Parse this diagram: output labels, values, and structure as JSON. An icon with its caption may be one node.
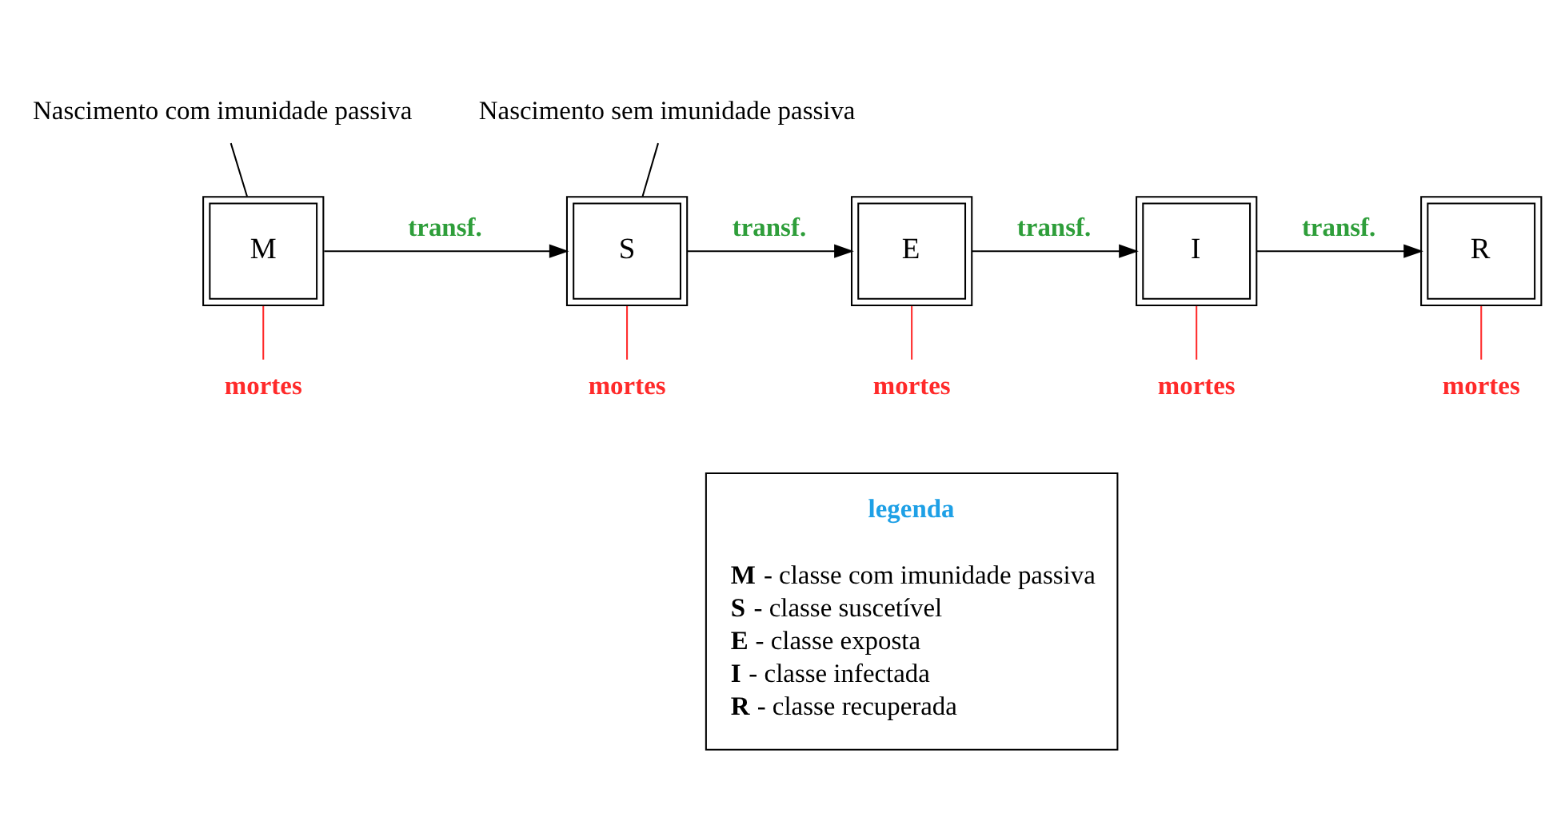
{
  "diagram": {
    "nodes": [
      {
        "text": [
          "Nascimento com imunidade passiva"
        ]
      },
      {
        "text": [
          "Nascimento sem imunidade passiva"
        ]
      },
      {
        "text": [
          "M"
        ]
      },
      {
        "text": [
          "S"
        ]
      },
      {
        "text": [
          "E"
        ]
      },
      {
        "text": [
          "I"
        ]
      },
      {
        "text": [
          "R"
        ]
      },
      {
        "text": [
          "mortes"
        ]
      },
      {
        "text": [
          "mortes"
        ]
      },
      {
        "text": [
          "mortes"
        ]
      },
      {
        "text": [
          "mortes"
        ]
      },
      {
        "text": [
          "mortes"
        ]
      },
      {
        "text": [
          "legenda",
          "**M** - classe com imunidade passiva",
          "**S** - classe suscetível",
          "**E** - classe exposta",
          "**I** - classe infectada",
          "**R** - classe recuperada"
        ]
      }
    ],
    "edges": [
      {
        "from": 0,
        "to": 2,
        "arrow": "none"
      },
      {
        "from": 1,
        "to": 3,
        "arrow": "none"
      },
      {
        "from": 2,
        "to": 3,
        "arrow": "to",
        "label": "transf."
      },
      {
        "from": 3,
        "to": 4,
        "arrow": "to",
        "label": "transf."
      },
      {
        "from": 4,
        "to": 5,
        "arrow": "to",
        "label": "transf."
      },
      {
        "from": 5,
        "to": 6,
        "arrow": "to",
        "label": "transf."
      },
      {
        "from": 2,
        "to": 7,
        "arrow": "none",
        "color": "#ff2a2a"
      },
      {
        "from": 3,
        "to": 8,
        "arrow": "none",
        "color": "#ff2a2a"
      },
      {
        "from": 4,
        "to": 9,
        "arrow": "none",
        "color": "#ff2a2a"
      },
      {
        "from": 5,
        "to": 10,
        "arrow": "none",
        "color": "#ff2a2a"
      },
      {
        "from": 6,
        "to": 11,
        "arrow": "none",
        "color": "#ff2a2a"
      }
    ]
  }
}
